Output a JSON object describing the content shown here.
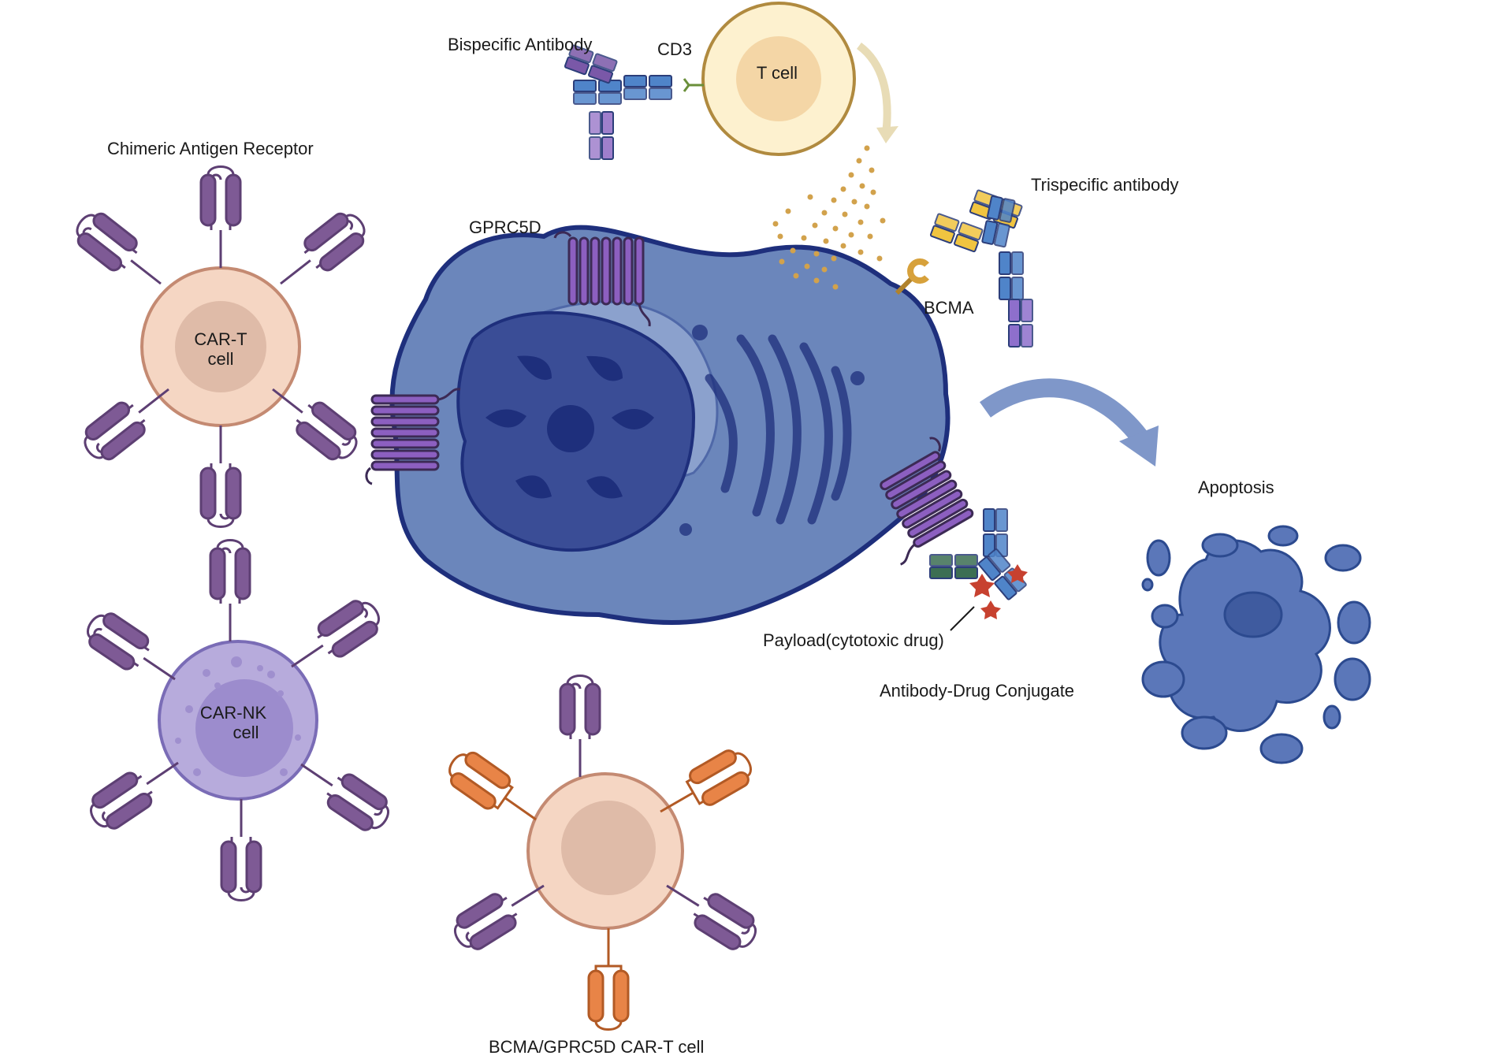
{
  "labels": {
    "bispecific": "Bispecific Antibody",
    "cd3": "CD3",
    "tcell": "T cell",
    "car_receptor": "Chimeric Antigen Receptor",
    "gprc5d": "GPRC5D",
    "trispecific": "Trispecific antibody",
    "bcma": "BCMA",
    "car_t_line1": "CAR-T",
    "car_t_line2": "cell",
    "car_nk_line1": "CAR-NK",
    "car_nk_line2": "cell",
    "payload": "Payload(cytotoxic drug)",
    "adc": "Antibody-Drug Conjugate",
    "apoptosis": "Apoptosis",
    "dual_car": "BCMA/GPRC5D CAR-T cell"
  },
  "colors": {
    "receptor_purple": "#7e5a95",
    "receptor_orange": "#e88447",
    "tumor_cell": "#6b86bb",
    "tumor_outline": "#1e2f7c",
    "nucleus": "#3a4d96",
    "car_t_cell": "#f5d6c3",
    "car_nk_cell": "#b7abdc",
    "t_cell": "#fdf1cf",
    "apoptotic": "#5b77b9"
  }
}
